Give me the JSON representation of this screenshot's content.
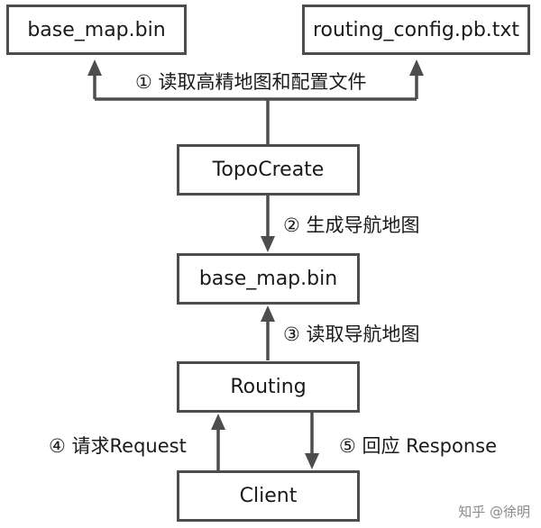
{
  "nodes": {
    "base_map_top": "base_map.bin",
    "routing_config": "routing_config.pb.txt",
    "topocreate": "TopoCreate",
    "base_map_mid": "base_map.bin",
    "routing": "Routing",
    "client": "Client"
  },
  "edges": {
    "step1": "① 读取高精地图和配置文件",
    "step2": "② 生成导航地图",
    "step3": "③ 读取导航地图",
    "step4": "④ 请求Request",
    "step5": "⑤ 回应 Response"
  },
  "watermark": "知乎 @徐明",
  "colors": {
    "stroke": "#4d4d4d",
    "text": "#1a1a1a",
    "watermark": "#8a8a8a"
  }
}
